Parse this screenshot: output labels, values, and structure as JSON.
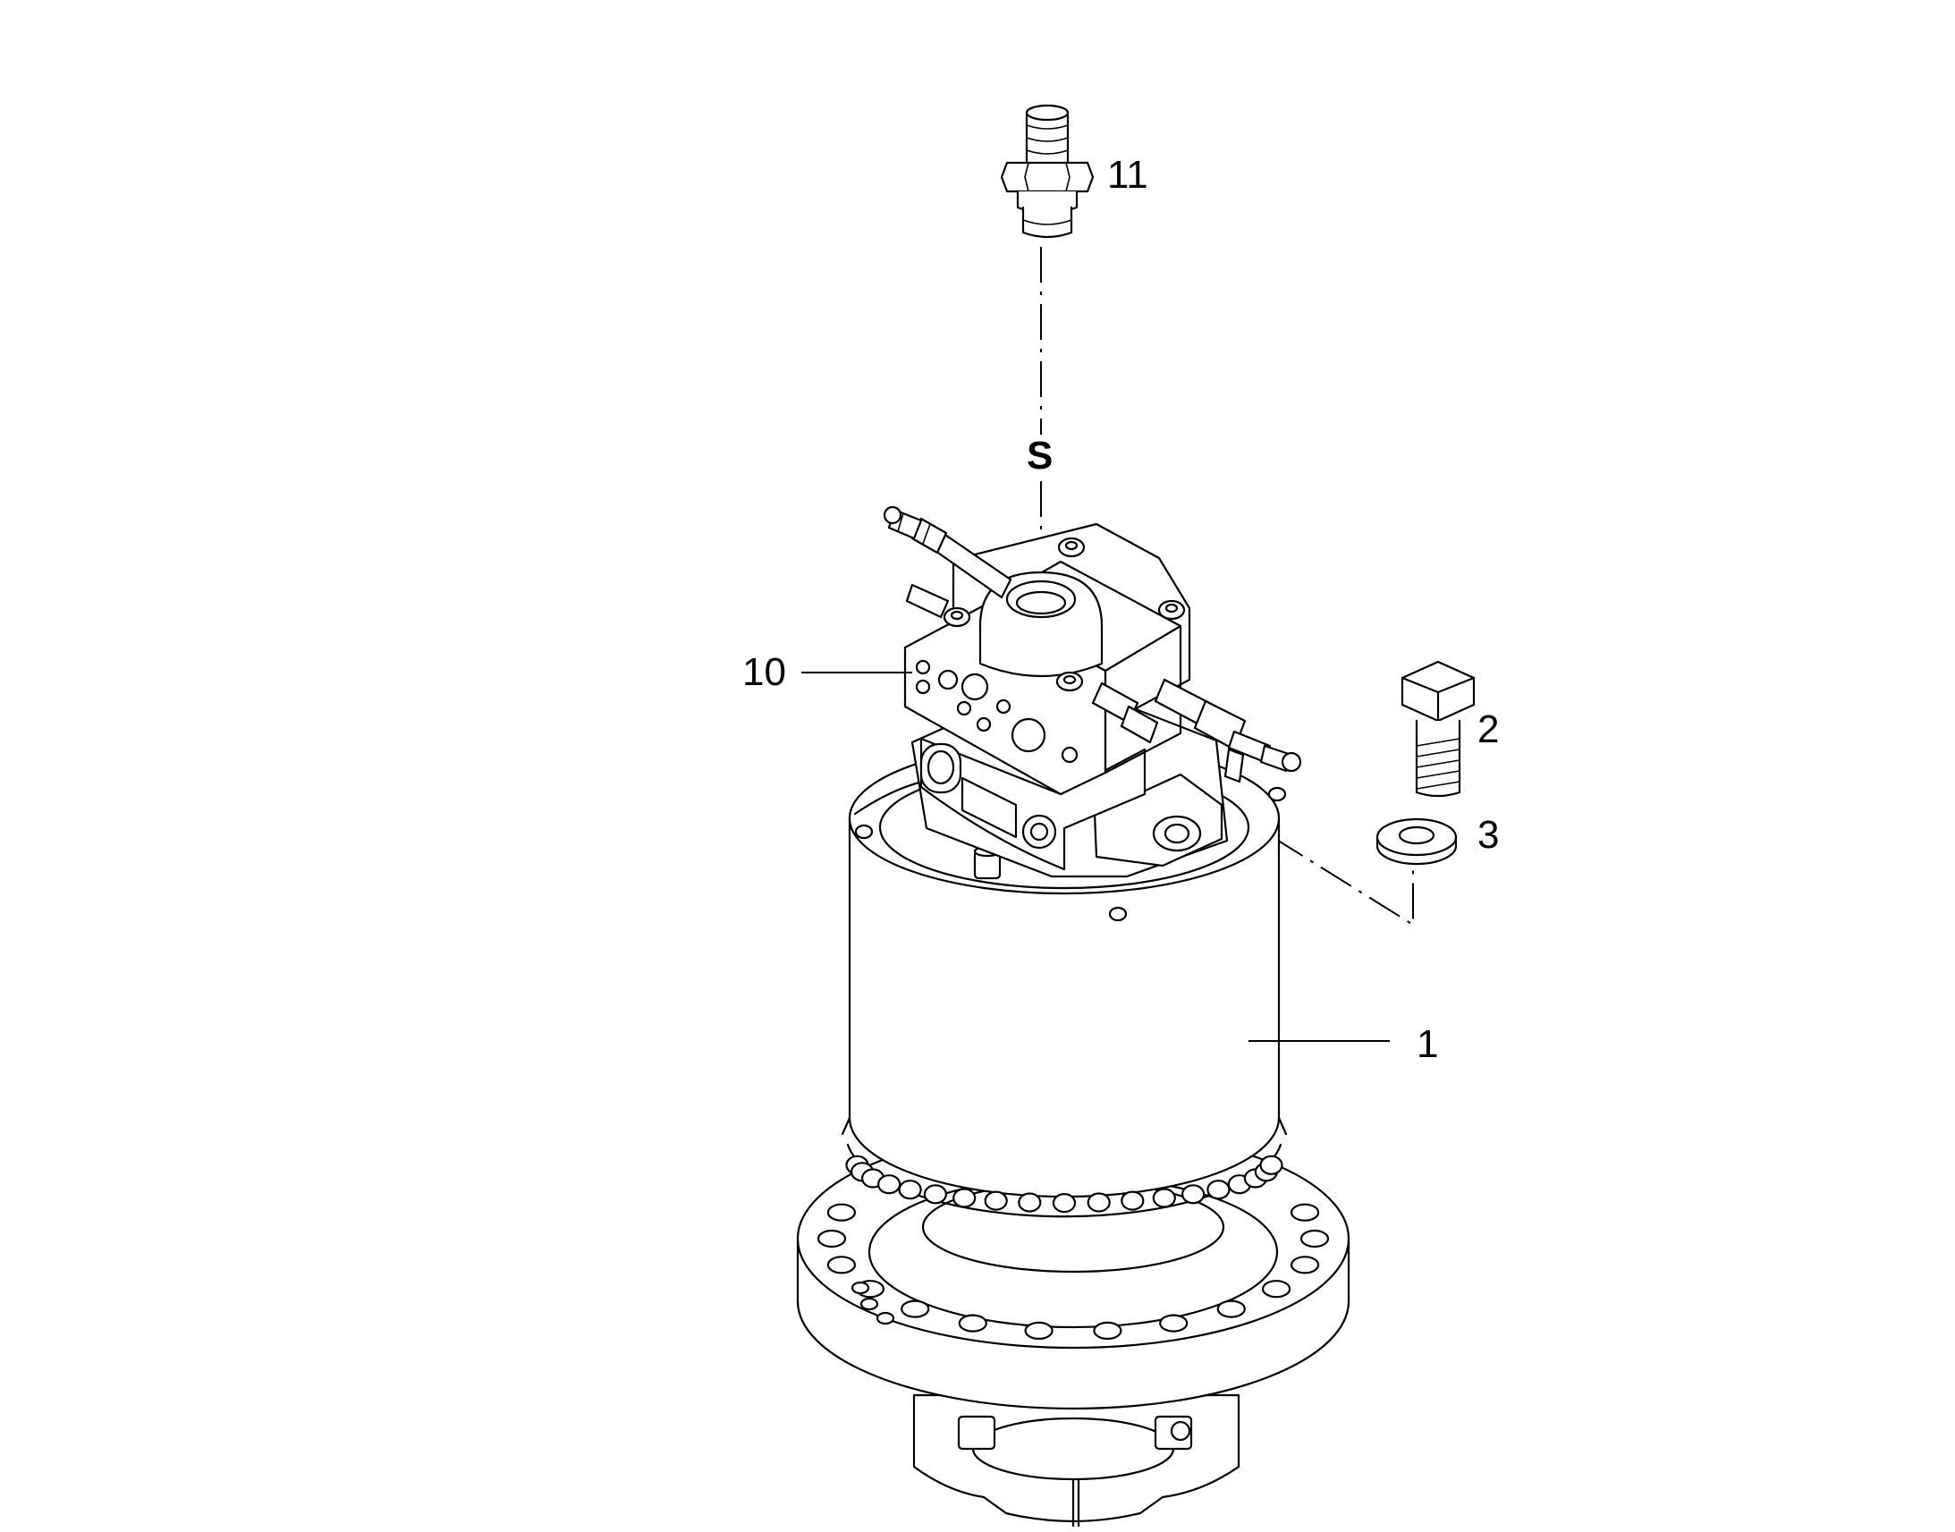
{
  "diagram": {
    "callouts": {
      "part_11": "11",
      "symbol_s": "S",
      "part_10": "10",
      "part_2": "2",
      "part_3": "3",
      "part_1": "1"
    }
  }
}
